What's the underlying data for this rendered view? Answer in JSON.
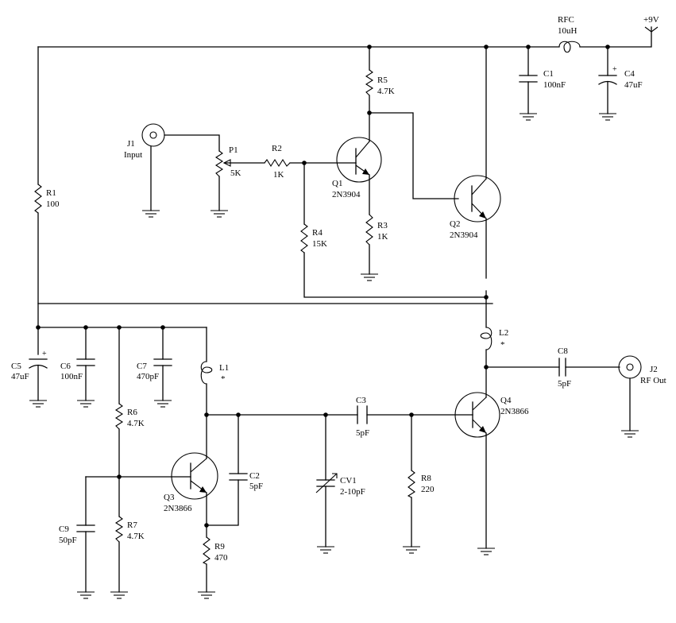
{
  "supply": {
    "label": "+9V"
  },
  "inductors": {
    "rfc": {
      "name": "RFC",
      "value": "10uH"
    },
    "l1": {
      "name": "L1",
      "value": "*"
    },
    "l2": {
      "name": "L2",
      "value": "*"
    }
  },
  "capacitors": {
    "c1": {
      "name": "C1",
      "value": "100nF"
    },
    "c2": {
      "name": "C2",
      "value": "5pF"
    },
    "c3": {
      "name": "C3",
      "value": "5pF"
    },
    "c4": {
      "name": "C4",
      "value": "47uF",
      "polarity": "+"
    },
    "c5": {
      "name": "C5",
      "value": "47uF",
      "polarity": "+"
    },
    "c6": {
      "name": "C6",
      "value": "100nF"
    },
    "c7": {
      "name": "C7",
      "value": "470pF"
    },
    "c8": {
      "name": "C8",
      "value": "5pF"
    },
    "c9": {
      "name": "C9",
      "value": "50pF"
    },
    "cv1": {
      "name": "CV1",
      "value": "2-10pF"
    }
  },
  "resistors": {
    "r1": {
      "name": "R1",
      "value": "100"
    },
    "r2": {
      "name": "R2",
      "value": "1K"
    },
    "r3": {
      "name": "R3",
      "value": "1K"
    },
    "r4": {
      "name": "R4",
      "value": "15K"
    },
    "r5": {
      "name": "R5",
      "value": "4.7K"
    },
    "r6": {
      "name": "R6",
      "value": "4.7K"
    },
    "r7": {
      "name": "R7",
      "value": "4.7K"
    },
    "r8": {
      "name": "R8",
      "value": "220"
    },
    "r9": {
      "name": "R9",
      "value": "470"
    }
  },
  "potentiometers": {
    "p1": {
      "name": "P1",
      "value": "5K"
    }
  },
  "transistors": {
    "q1": {
      "name": "Q1",
      "part": "2N3904"
    },
    "q2": {
      "name": "Q2",
      "part": "2N3904"
    },
    "q3": {
      "name": "Q3",
      "part": "2N3866"
    },
    "q4": {
      "name": "Q4",
      "part": "2N3866"
    }
  },
  "connectors": {
    "j1": {
      "name": "J1",
      "label": "Input"
    },
    "j2": {
      "name": "J2",
      "label": "RF Out"
    }
  }
}
